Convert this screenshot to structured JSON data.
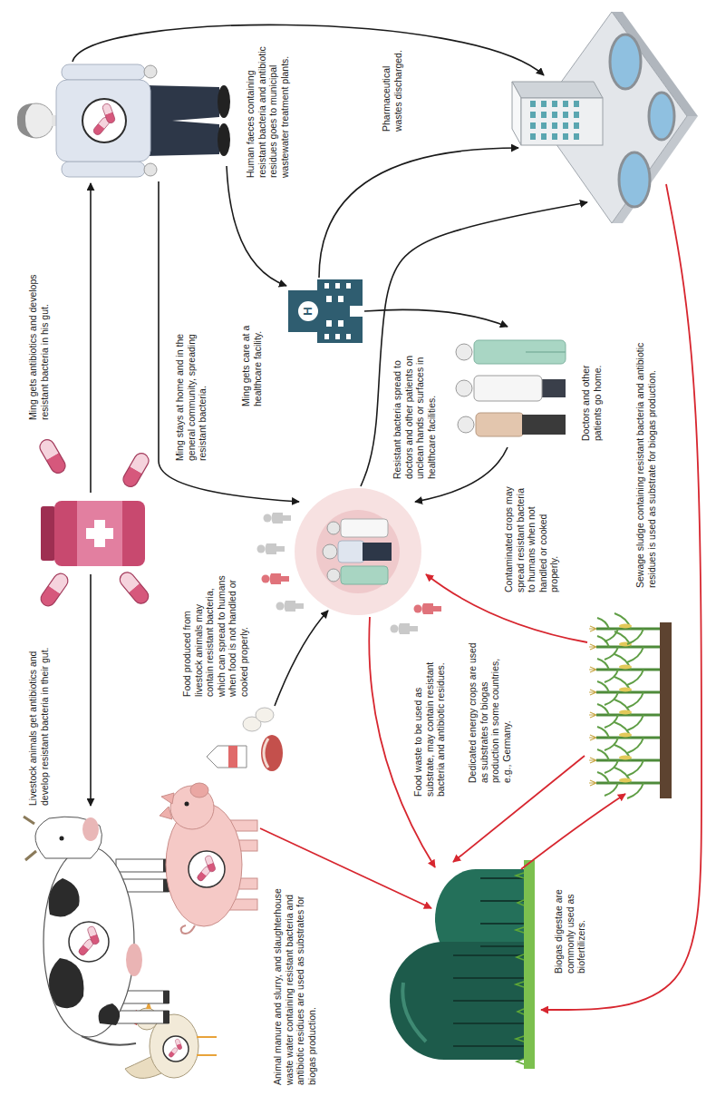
{
  "diagram": {
    "labels": [
      "Livestock animals get antibiotics and develop resistant bacteria in their gut.",
      "Ming gets antibiotics and develops resistant bacteria in his gut.",
      "Human faeces containing resistant bacteria and antibiotic residues goes to municipal wastewater treatment plants.",
      "Pharmaceutical wastes discharged.",
      "Ming gets care at a healthcare facility.",
      "H",
      "Ming stays at home and in the general community, spreading resistant bacteria.",
      "Food produced from livestock animals may contain resistant bacteria, which can spread to humans when food is not handled or cooked properly.",
      "Resistant bacteria spread to doctors and other patients on unclean hands or surfaces in healthcare facilities.",
      "Doctors and other patients go home.",
      "Animal manure and slurry, and slaughterhouse waste water containing resistant bacteria and antibiotic residues are used as substrates for biogas production.",
      "Food waste to be used as substrate, may contain resistant bacteria and antibiotic residues.",
      "Contaminated crops may spread resistant bacteria to humans when not handled or cooked properly.",
      "Dedicated energy crops are used as substrates for biogas production in some countries, e.g., Germany.",
      "Biogas digestae are commonly used as biofertilizers.",
      "Sewage sludge containing resistant bacteria and antibiotic residues is used as substrate for biogas production."
    ]
  }
}
